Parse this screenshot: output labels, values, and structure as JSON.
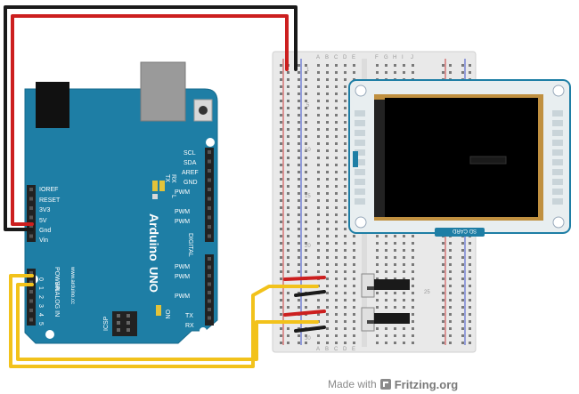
{
  "arduino": {
    "brand": "Arduino",
    "model": "UNO",
    "website": "www.arduino.cc",
    "icsp": "ICSP",
    "on_label": "ON",
    "l_label": "L",
    "tx_label": "TX",
    "rx_label": "RX",
    "power_header": [
      "IOREF",
      "RESET",
      "3V3",
      "5V",
      "Gnd",
      "Vin"
    ],
    "power_title": "POWER",
    "analog_title": "ANALOG IN",
    "analog_pins": [
      "0",
      "1",
      "2",
      "3",
      "4",
      "5"
    ],
    "digital_top": [
      "SCL",
      "SDA",
      "AREF",
      "GND"
    ],
    "pwm_labels": [
      "PWM",
      "PWM",
      "PWM",
      "PWM",
      "PWM",
      "PWM"
    ],
    "digital_title": "DIGITAL",
    "txrx_labels": [
      "TX",
      "RX"
    ]
  },
  "breadboard": {
    "columns_left": [
      "A",
      "B",
      "C",
      "D",
      "E"
    ],
    "columns_right": [
      "F",
      "G",
      "H",
      "I",
      "J"
    ],
    "row_numbers": [
      "1",
      "5",
      "10",
      "15",
      "20",
      "25",
      "30"
    ]
  },
  "tft": {
    "sd_label": "SD CARD"
  },
  "credit": {
    "made_with": "Made with",
    "brand": "Fritzing",
    "tld": ".org"
  },
  "colors": {
    "board": "#1e7ea5",
    "wire_red": "#cc1f1f",
    "wire_black": "#1a1a1a",
    "wire_yellow": "#f2c21b",
    "breadboard": "#e9e9e9",
    "tft_frame": "#e8eef0",
    "tft_screen": "#000000"
  }
}
